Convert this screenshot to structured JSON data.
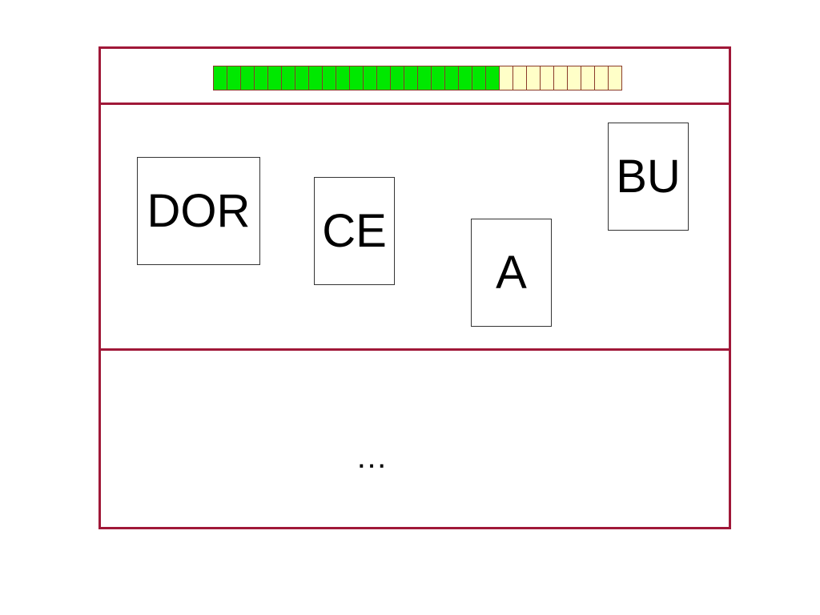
{
  "progress_bar": {
    "filled_segments": 21,
    "total_segments": 30,
    "filled_color": "#00e800",
    "empty_color": "#ffffc8",
    "border_color": "#8a3a2a"
  },
  "frame": {
    "border_color": "#a01838"
  },
  "cards": [
    {
      "label": "DOR"
    },
    {
      "label": "CE"
    },
    {
      "label": "A"
    },
    {
      "label": "BU"
    }
  ],
  "continuation": {
    "text": "…"
  }
}
